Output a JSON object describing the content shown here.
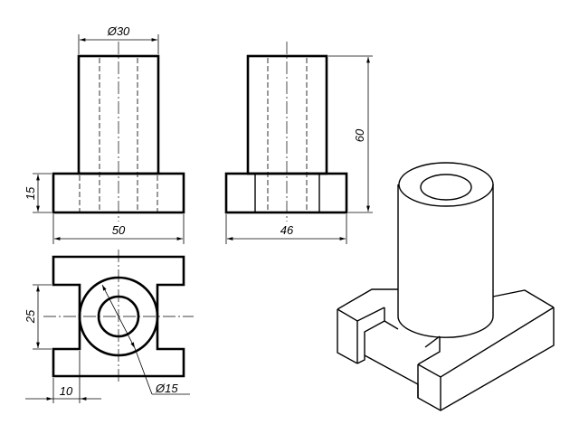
{
  "dimensions": {
    "top_diameter": "Ø30",
    "base_height": "15",
    "base_width_front": "50",
    "overall_height": "60",
    "base_width_side": "46",
    "slot_depth": "25",
    "slot_offset": "10",
    "hole_diameter": "Ø15"
  },
  "colors": {
    "line": "#000000",
    "background": "#ffffff"
  }
}
